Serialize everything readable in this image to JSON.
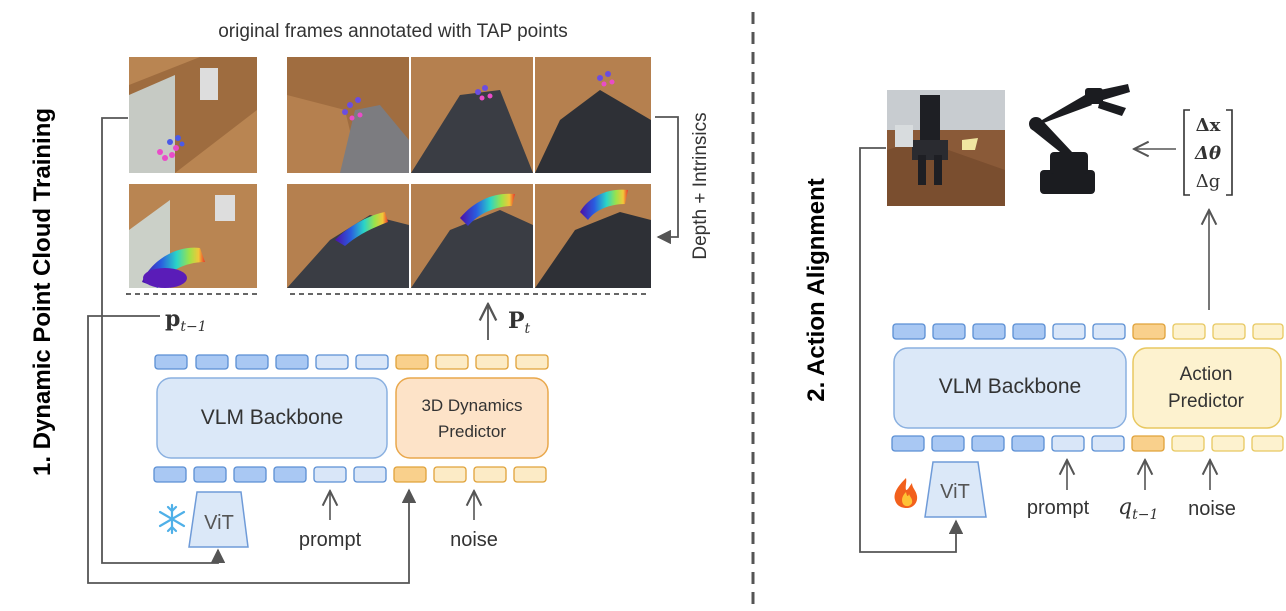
{
  "part1": {
    "section_title": "1. Dynamic Point Cloud Training",
    "frames_caption": "original frames annotated with TAP points",
    "side_label": "Depth + Intrinsics",
    "p_prev": {
      "base": "p",
      "sub": "t−1"
    },
    "p_t": {
      "base": "P",
      "sub": "t"
    },
    "backbone_label": "VLM Backbone",
    "predictor_line1": "3D Dynamics",
    "predictor_line2": "Predictor",
    "vit_label": "ViT",
    "prompt_label": "prompt",
    "noise_label": "noise",
    "frozen_icon": "snowflake-icon"
  },
  "part2": {
    "section_title": "2. Action Alignment",
    "backbone_label": "VLM Backbone",
    "predictor_line1": "Action",
    "predictor_line2": "Predictor",
    "vit_label": "ViT",
    "prompt_label": "prompt",
    "q_prev": {
      "base": "q",
      "sub": "t−1"
    },
    "noise_label": "noise",
    "trainable_icon": "fire-icon",
    "action_vector": [
      "Δx",
      "Δθ",
      "Δg"
    ]
  },
  "colors": {
    "blue_token": "#a9c8f3",
    "blue_token_light": "#d9e6f8",
    "blue_border": "#5b8fd4",
    "backbone_fill": "#dbe8f8",
    "backbone_border": "#8ab0e0",
    "orange_token": "#f9d08c",
    "orange_token_light": "#fcebc6",
    "orange_border": "#e0a23a",
    "predictor_fill": "#fde3c8",
    "predictor_border": "#e9a84c",
    "action_fill": "#fdf2cf",
    "action_border": "#e8c860",
    "arrow": "#555555"
  }
}
